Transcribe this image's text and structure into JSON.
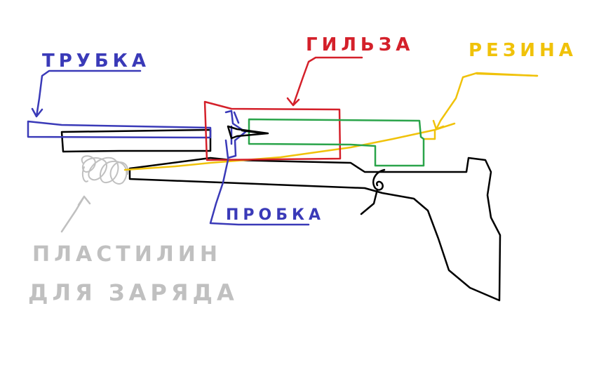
{
  "labels": {
    "trubka": "ТРУБКА",
    "gilza": "ГИЛЬЗА",
    "rezina": "РЕЗИНА",
    "probka": "ПРОБКА",
    "plastilin_line1": "ПЛАСТИЛИН",
    "plastilin_line2": "ДЛЯ ЗАРЯДА"
  },
  "colors": {
    "trubka": "#3a3ab8",
    "gilza": "#d4202a",
    "rezina": "#f0c20a",
    "probka": "#3a3ab8",
    "plastilin": "#c0c0c0",
    "body": "#000000",
    "sleeve_inner": "#2aa44a"
  }
}
